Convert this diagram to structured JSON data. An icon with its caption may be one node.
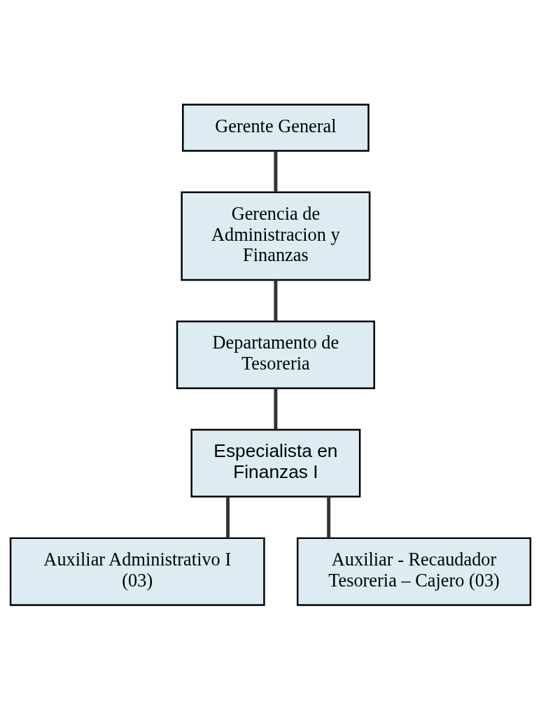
{
  "diagram": {
    "nodes": [
      {
        "text": [
          "Gerente General"
        ]
      },
      {
        "text": [
          "Gerencia de Administracion y Finanzas"
        ]
      },
      {
        "text": [
          "Departamento de Tesoreria"
        ]
      },
      {
        "text": [
          "Especialista en Finanzas I"
        ]
      },
      {
        "text": [
          "Auxiliar Administrativo I (03)"
        ]
      },
      {
        "text": [
          "Auxiliar - Recaudador Tesoreria – Cajero (03)"
        ]
      }
    ],
    "edges": [
      {
        "from": 0,
        "to": 1,
        "arrow": "none"
      },
      {
        "from": 1,
        "to": 2,
        "arrow": "none"
      },
      {
        "from": 2,
        "to": 3,
        "arrow": "none"
      },
      {
        "from": 3,
        "to": 4,
        "arrow": "none"
      },
      {
        "from": 3,
        "to": 5,
        "arrow": "none"
      }
    ]
  }
}
